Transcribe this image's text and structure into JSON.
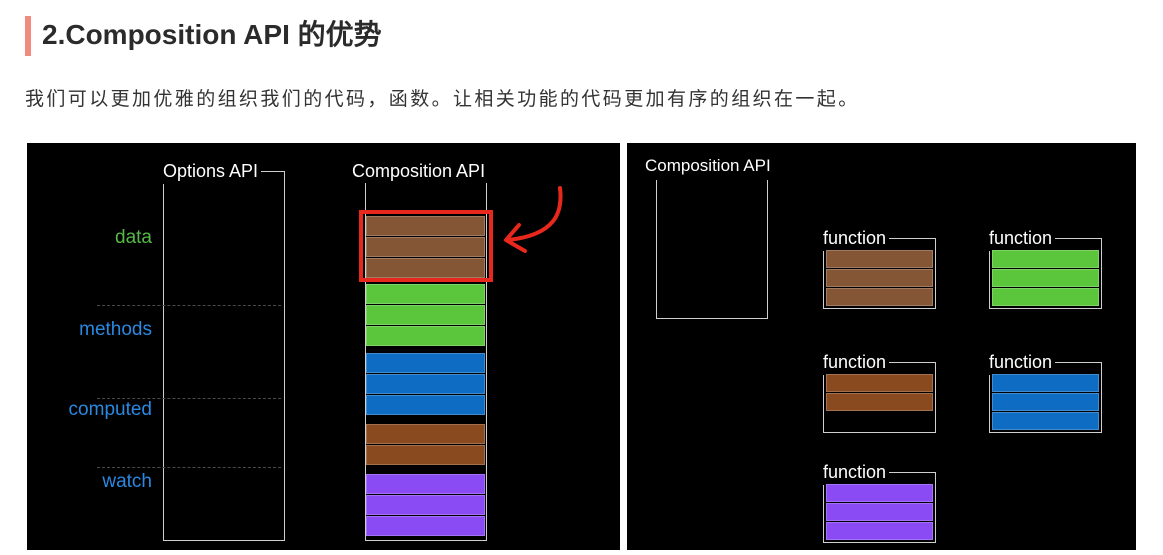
{
  "heading": {
    "text": "2.Composition API 的优势",
    "accent_color": "#f08c7d"
  },
  "intro": "我们可以更加优雅的组织我们的代码，函数。让相关功能的代码更加有序的组织在一起。",
  "options_vs_composition": {
    "options_label": "Options API",
    "composition_label": "Composition API",
    "sections": [
      {
        "label": "data",
        "color": "#56b847"
      },
      {
        "label": "methods",
        "color": "#2a88e0"
      },
      {
        "label": "computed",
        "color": "#2a88e0"
      },
      {
        "label": "watch",
        "color": "#2a88e0"
      }
    ],
    "block_groups": [
      {
        "color": "#855636",
        "blocks": 3
      },
      {
        "color": "#5bc63c",
        "blocks": 3
      },
      {
        "color": "#0f6cc3",
        "blocks": 3
      },
      {
        "color": "#8a4a1f",
        "blocks": 2
      },
      {
        "color": "#8a4bf5",
        "blocks": 3
      }
    ],
    "highlight_color": "#e8281c"
  },
  "composition_functions": {
    "title": "Composition API",
    "functions": [
      {
        "label": "function",
        "color": "#855636",
        "blocks": 3
      },
      {
        "label": "function",
        "color": "#5bc63c",
        "blocks": 3
      },
      {
        "label": "function",
        "color": "#8a4a1f",
        "blocks": 2
      },
      {
        "label": "function",
        "color": "#0f6cc3",
        "blocks": 3
      },
      {
        "label": "function",
        "color": "#8a4bf5",
        "blocks": 3
      }
    ]
  }
}
